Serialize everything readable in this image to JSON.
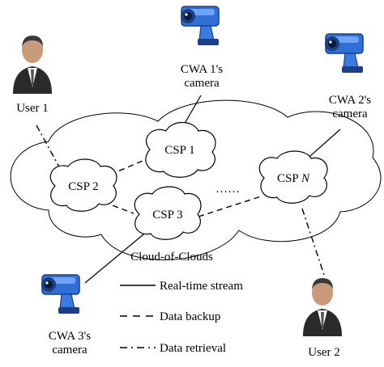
{
  "labels": {
    "user1": "User 1",
    "user2": "User 2",
    "cam1_line1": "CWA 1's",
    "cam1_line2": "camera",
    "cam2_line1": "CWA 2's",
    "cam2_line2": "camera",
    "cam3_line1": "CWA 3's",
    "cam3_line2": "camera",
    "csp1": "CSP 1",
    "csp2": "CSP 2",
    "csp3": "CSP 3",
    "cspN_prefix": "CSP ",
    "cspN_italic": "N",
    "ellipsis": "……",
    "cloud_of_clouds": "Cloud-of-Clouds"
  },
  "legend": {
    "realtime": "Real-time stream",
    "backup": "Data backup",
    "retrieval": "Data retrieval"
  },
  "colors": {
    "camera_body": "#2f6fd6",
    "camera_dark": "#1b3f86",
    "user_face": "#c79a7a",
    "user_suit": "#2a2a2a"
  },
  "icons": [
    "person-icon",
    "camera-icon"
  ]
}
